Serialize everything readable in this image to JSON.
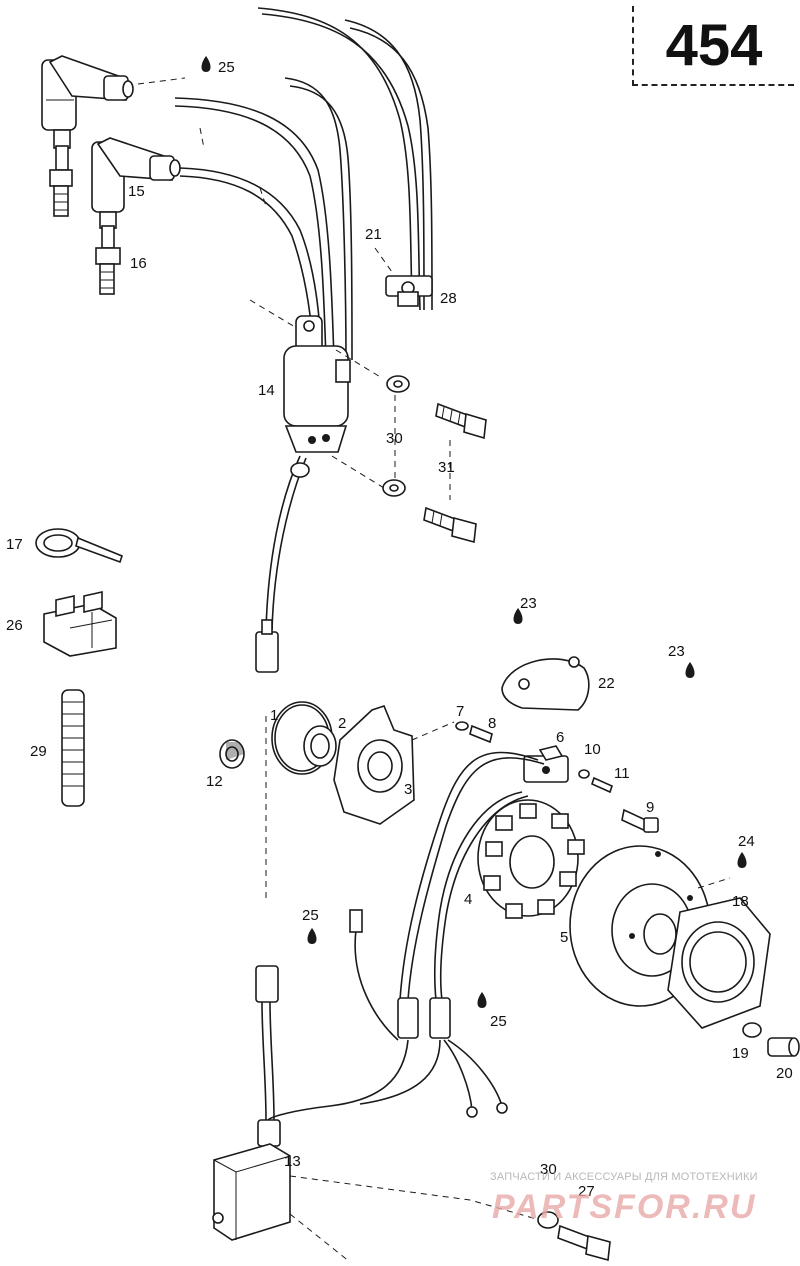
{
  "page_number": "454",
  "callouts": [
    {
      "id": "c25a",
      "text": "25"
    },
    {
      "id": "c15",
      "text": "15"
    },
    {
      "id": "c16",
      "text": "16"
    },
    {
      "id": "c21",
      "text": "21"
    },
    {
      "id": "c28",
      "text": "28"
    },
    {
      "id": "c14",
      "text": "14"
    },
    {
      "id": "c30a",
      "text": "30"
    },
    {
      "id": "c31",
      "text": "31"
    },
    {
      "id": "c17",
      "text": "17"
    },
    {
      "id": "c26",
      "text": "26"
    },
    {
      "id": "c29",
      "text": "29"
    },
    {
      "id": "c23a",
      "text": "23"
    },
    {
      "id": "c22",
      "text": "22"
    },
    {
      "id": "c23b",
      "text": "23"
    },
    {
      "id": "c1",
      "text": "1"
    },
    {
      "id": "c2",
      "text": "2"
    },
    {
      "id": "c7",
      "text": "7"
    },
    {
      "id": "c8",
      "text": "8"
    },
    {
      "id": "c6",
      "text": "6"
    },
    {
      "id": "c10",
      "text": "10"
    },
    {
      "id": "c11",
      "text": "11"
    },
    {
      "id": "c12",
      "text": "12"
    },
    {
      "id": "c3",
      "text": "3"
    },
    {
      "id": "c9",
      "text": "9"
    },
    {
      "id": "c24",
      "text": "24"
    },
    {
      "id": "c18",
      "text": "18"
    },
    {
      "id": "c4",
      "text": "4"
    },
    {
      "id": "c5",
      "text": "5"
    },
    {
      "id": "c25b",
      "text": "25"
    },
    {
      "id": "c25c",
      "text": "25"
    },
    {
      "id": "c19",
      "text": "19"
    },
    {
      "id": "c20",
      "text": "20"
    },
    {
      "id": "c13",
      "text": "13"
    },
    {
      "id": "c30b",
      "text": "30"
    },
    {
      "id": "c27",
      "text": "27"
    }
  ],
  "watermark": {
    "tagline": "ЗАПЧАСТИ И АКСЕССУАРЫ ДЛЯ МОТОТЕХНИКИ",
    "logo": "PARTSFOR.RU"
  }
}
